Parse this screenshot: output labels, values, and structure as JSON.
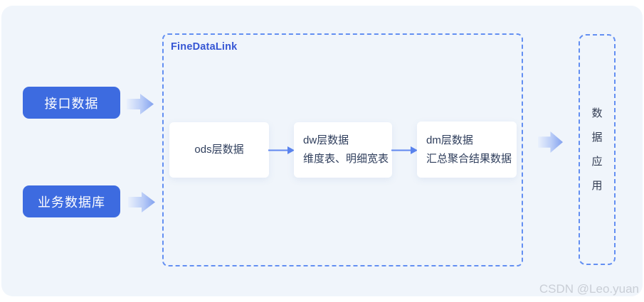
{
  "colors": {
    "panel_bg": "#F0F5FB",
    "node_blue": "#3D6BE0",
    "dashed_border_blue": "#638FF2",
    "title_blue": "#3656D4",
    "stage_text": "#2F3E5C",
    "arrow_gradient_from": "#EAF1FC",
    "arrow_gradient_to": "#82A1EF",
    "watermark_gray": "#C9CED6"
  },
  "sources": [
    {
      "label": "接口数据"
    },
    {
      "label": "业务数据库"
    }
  ],
  "platform": {
    "title": "FineDataLink",
    "stages": [
      {
        "line1": "ods层数据",
        "line2": ""
      },
      {
        "line1": "dw层数据",
        "line2": "维度表、明细宽表"
      },
      {
        "line1": "dm层数据",
        "line2": "汇总聚合结果数据"
      }
    ]
  },
  "application": {
    "label": "数据应用"
  },
  "watermark": "CSDN @Leo.yuan"
}
